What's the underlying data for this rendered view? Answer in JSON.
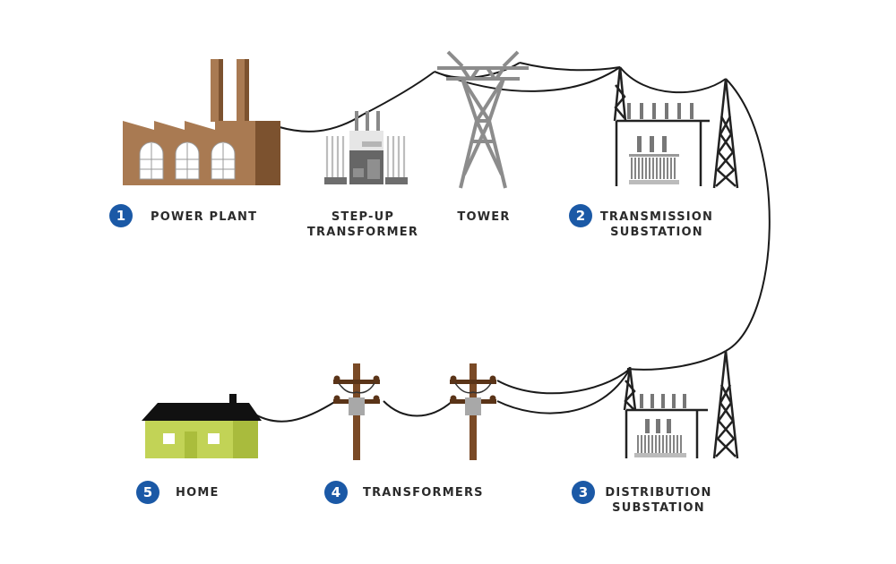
{
  "title": "Electricity transmission and distribution",
  "colors": {
    "badge": "#1b59a6",
    "factory": "#a97a52",
    "factory_dark": "#7c522f",
    "house": "#c2d356",
    "roof": "#111111",
    "pole": "#7a4a26",
    "steel": "#8c8c8c",
    "wire": "#1a1a1a"
  },
  "stages": [
    {
      "number": "1",
      "label_lines": [
        "POWER PLANT"
      ],
      "icon": "factory-icon"
    },
    {
      "number": "",
      "label_lines": [
        "STEP-UP",
        "TRANSFORMER"
      ],
      "icon": "step-up-transformer-icon"
    },
    {
      "number": "",
      "label_lines": [
        "TOWER"
      ],
      "icon": "transmission-tower-icon"
    },
    {
      "number": "2",
      "label_lines": [
        "TRANSMISSION",
        "SUBSTATION"
      ],
      "icon": "transmission-substation-icon"
    },
    {
      "number": "3",
      "label_lines": [
        "DISTRIBUTION",
        "SUBSTATION"
      ],
      "icon": "distribution-substation-icon"
    },
    {
      "number": "4",
      "label_lines": [
        "TRANSFORMERS"
      ],
      "icon": "utility-pole-transformer-icon"
    },
    {
      "number": "5",
      "label_lines": [
        "HOME"
      ],
      "icon": "house-icon"
    }
  ]
}
